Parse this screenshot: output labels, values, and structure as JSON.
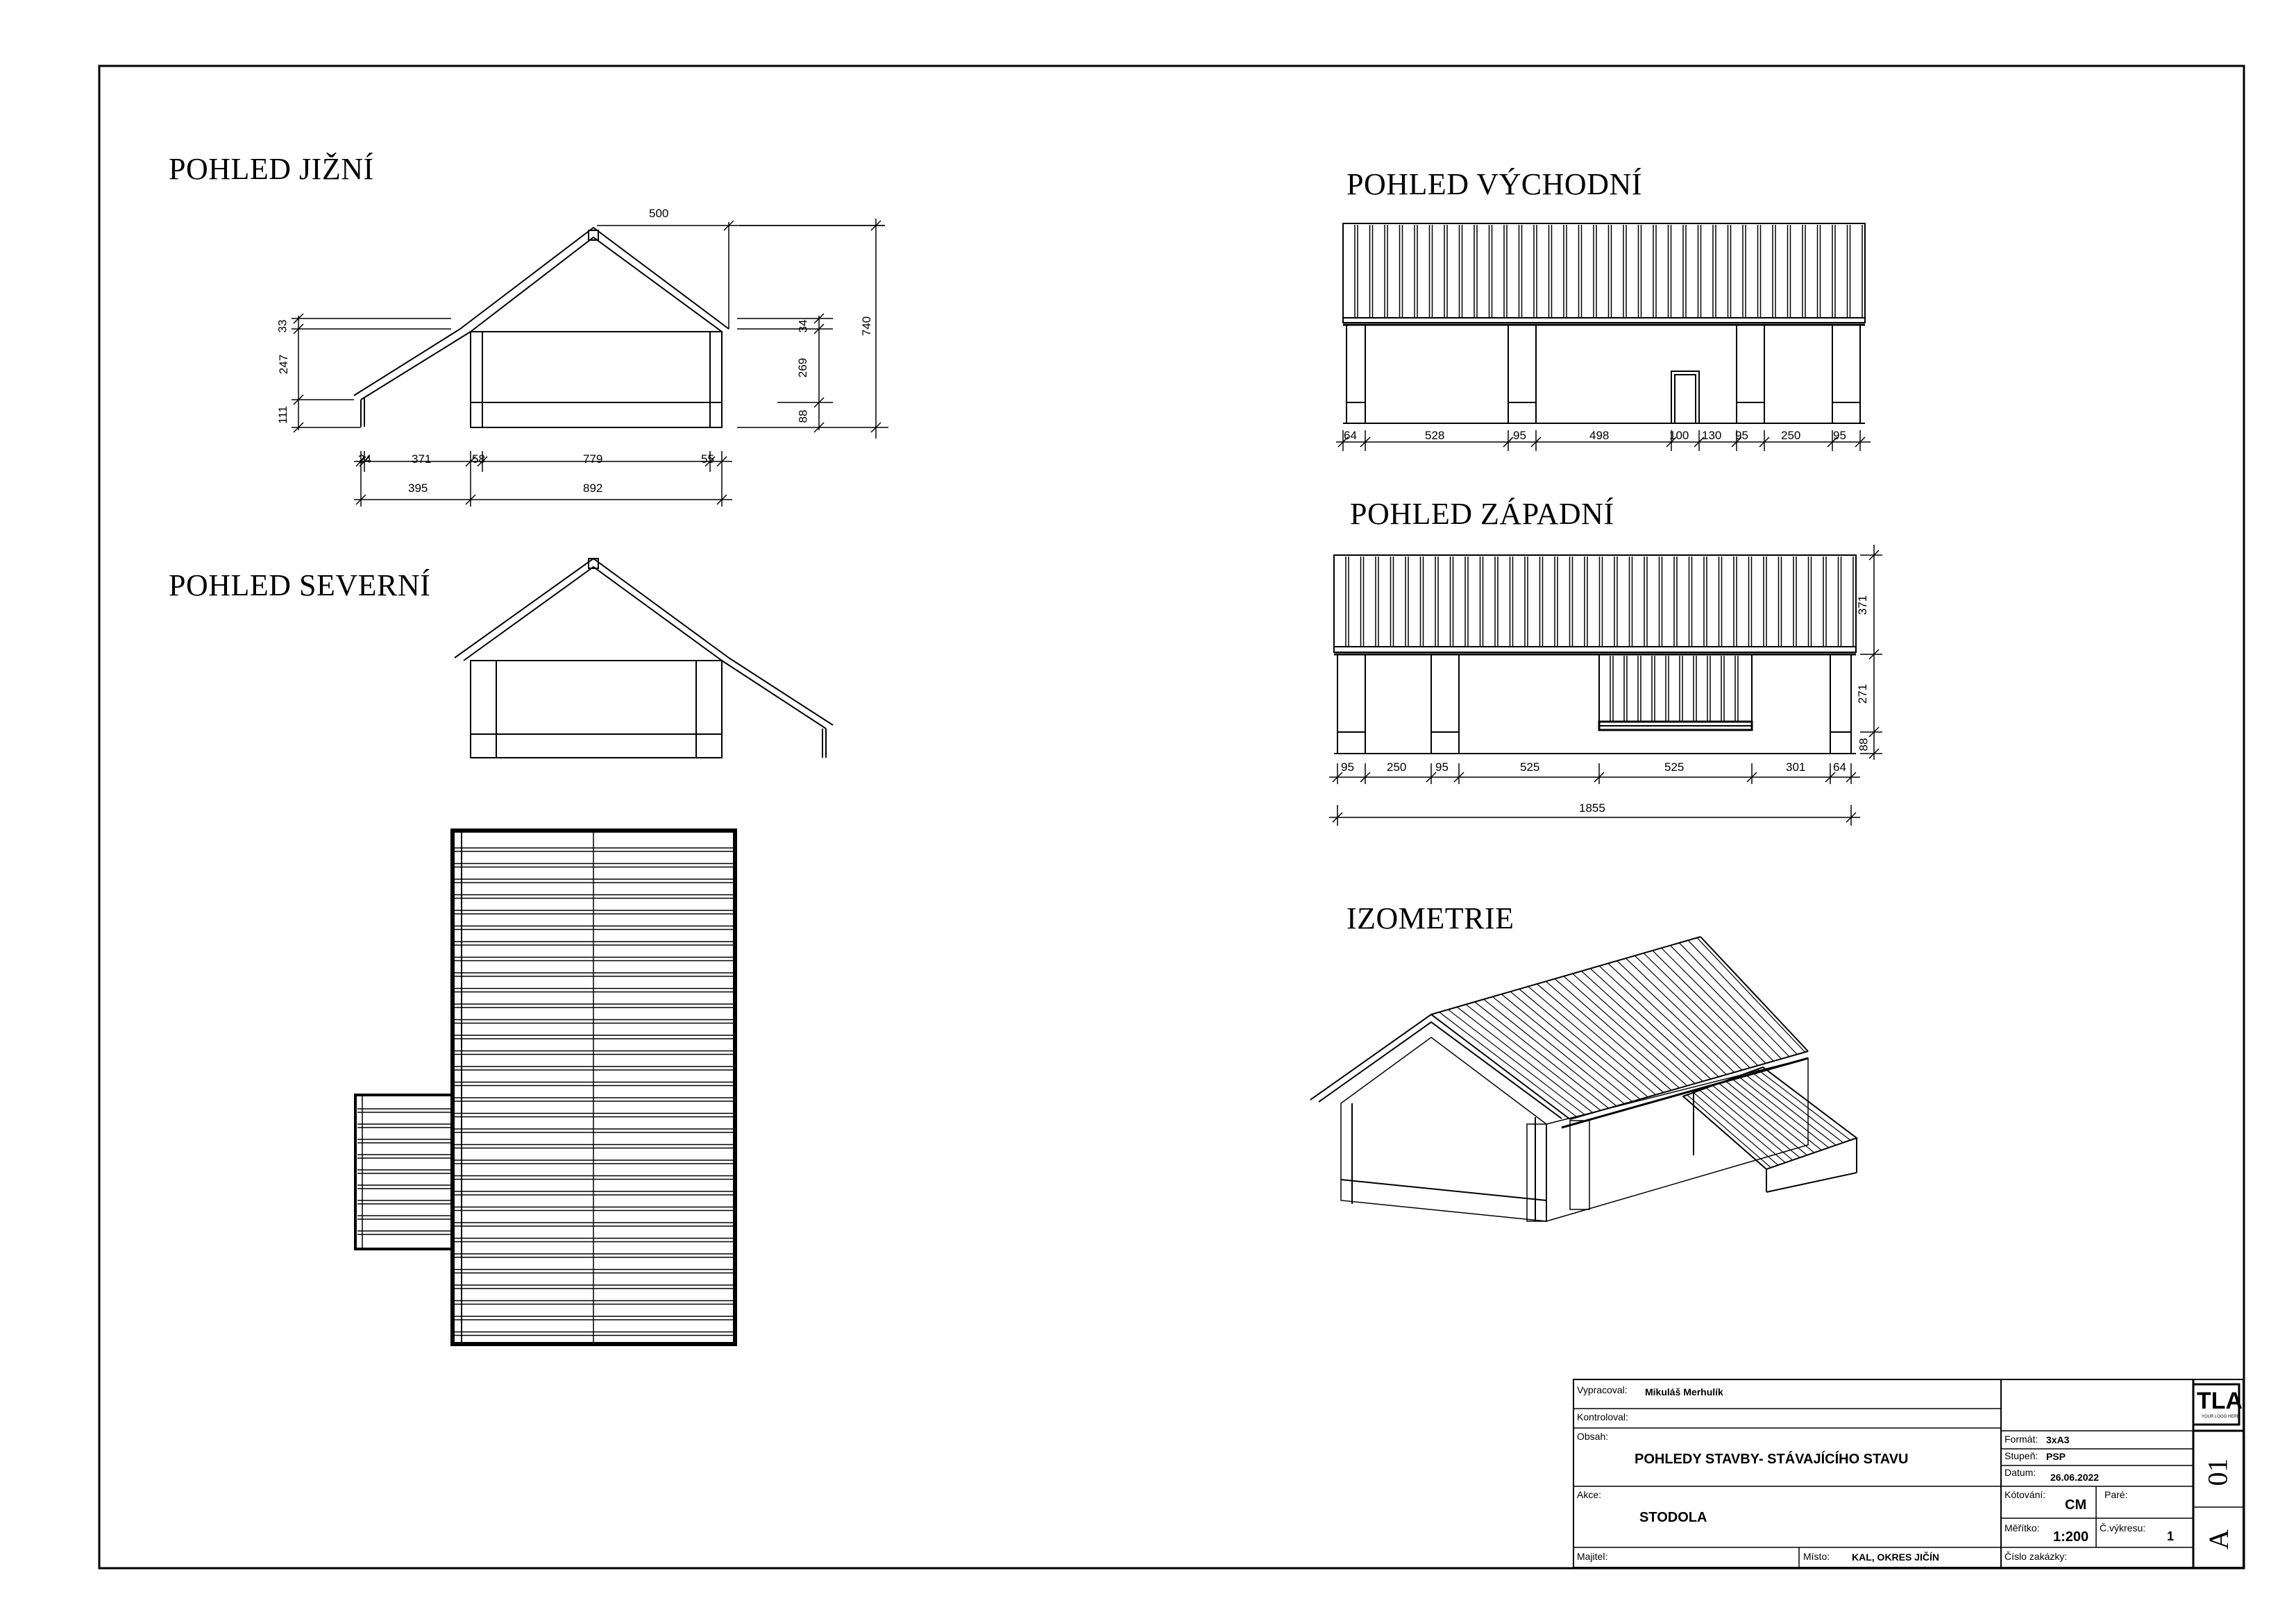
{
  "views": {
    "south": {
      "title": "POHLED JIŽNÍ"
    },
    "north": {
      "title": "POHLED SEVERNÍ"
    },
    "east": {
      "title": "POHLED VÝCHODNÍ"
    },
    "west": {
      "title": "POHLED ZÁPADNÍ"
    },
    "iso": {
      "title": "IZOMETRIE"
    }
  },
  "dims": {
    "south": {
      "top": "500",
      "h_33": "33",
      "h_247": "247",
      "h_111": "111",
      "h_34": "34",
      "h_269": "269",
      "h_88": "88",
      "h_740": "740",
      "b_24": "24",
      "b_371": "371",
      "b_58": "58",
      "b_779": "779",
      "b_55": "55",
      "b_395": "395",
      "b_892": "892"
    },
    "east": [
      "64",
      "528",
      "95",
      "498",
      "100",
      "130",
      "95",
      "250",
      "95"
    ],
    "west": {
      "row": [
        "95",
        "250",
        "95",
        "525",
        "525",
        "301",
        "64"
      ],
      "total": "1855",
      "h_371": "371",
      "h_271": "271",
      "h_88": "88"
    }
  },
  "titleblock": {
    "vypracoval_label": "Vypracoval:",
    "vypracoval": "Mikuláš Merhulík",
    "kontroloval_label": "Kontroloval:",
    "obsah_label": "Obsah:",
    "obsah": "POHLEDY STAVBY- STÁVAJÍCÍHO STAVU",
    "akce_label": "Akce:",
    "akce": "STODOLA",
    "majitel_label": "Majitel:",
    "misto_label": "Místo:",
    "misto": "KAL, OKRES JIČÍN",
    "format_label": "Formát:",
    "format": "3xA3",
    "stupen_label": "Stupeň:",
    "stupen": "PSP",
    "datum_label": "Datum:",
    "datum": "26.06.2022",
    "kotovani_label": "Kótování:",
    "kotovani": "CM",
    "pare_label": "Paré:",
    "meritko_label": "Měřítko:",
    "meritko": "1:200",
    "cislo_vykresu_label": "Č.výkresu:",
    "cislo_vykresu": "1",
    "cislo_zakazky_label": "Číslo zakázky:",
    "logo": "TLA",
    "logo_sub": "YOUR LOGO HERE",
    "sheet_number": "01",
    "sheet_letter": "A"
  }
}
